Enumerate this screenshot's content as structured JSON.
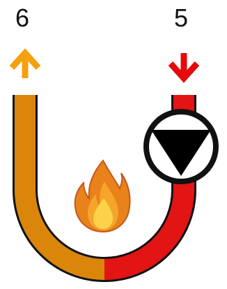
{
  "ports": {
    "outlet": {
      "number": "6",
      "flow": "up"
    },
    "inlet": {
      "number": "5",
      "flow": "down"
    }
  },
  "colors": {
    "hot_pipe": "#d9860b",
    "cold_pipe": "#e21414",
    "outlet_arrow": "#f5a00f",
    "inlet_arrow": "#e40b0b",
    "outline": "#111111",
    "pump_marker": "#000000",
    "flame_outer": "#e9821a",
    "flame_inner": "#fbd24a"
  },
  "icons": {
    "outlet_arrow": "arrow-up-icon",
    "inlet_arrow": "arrow-down-icon",
    "pump": "pump-icon",
    "heat_source": "flame-icon"
  }
}
